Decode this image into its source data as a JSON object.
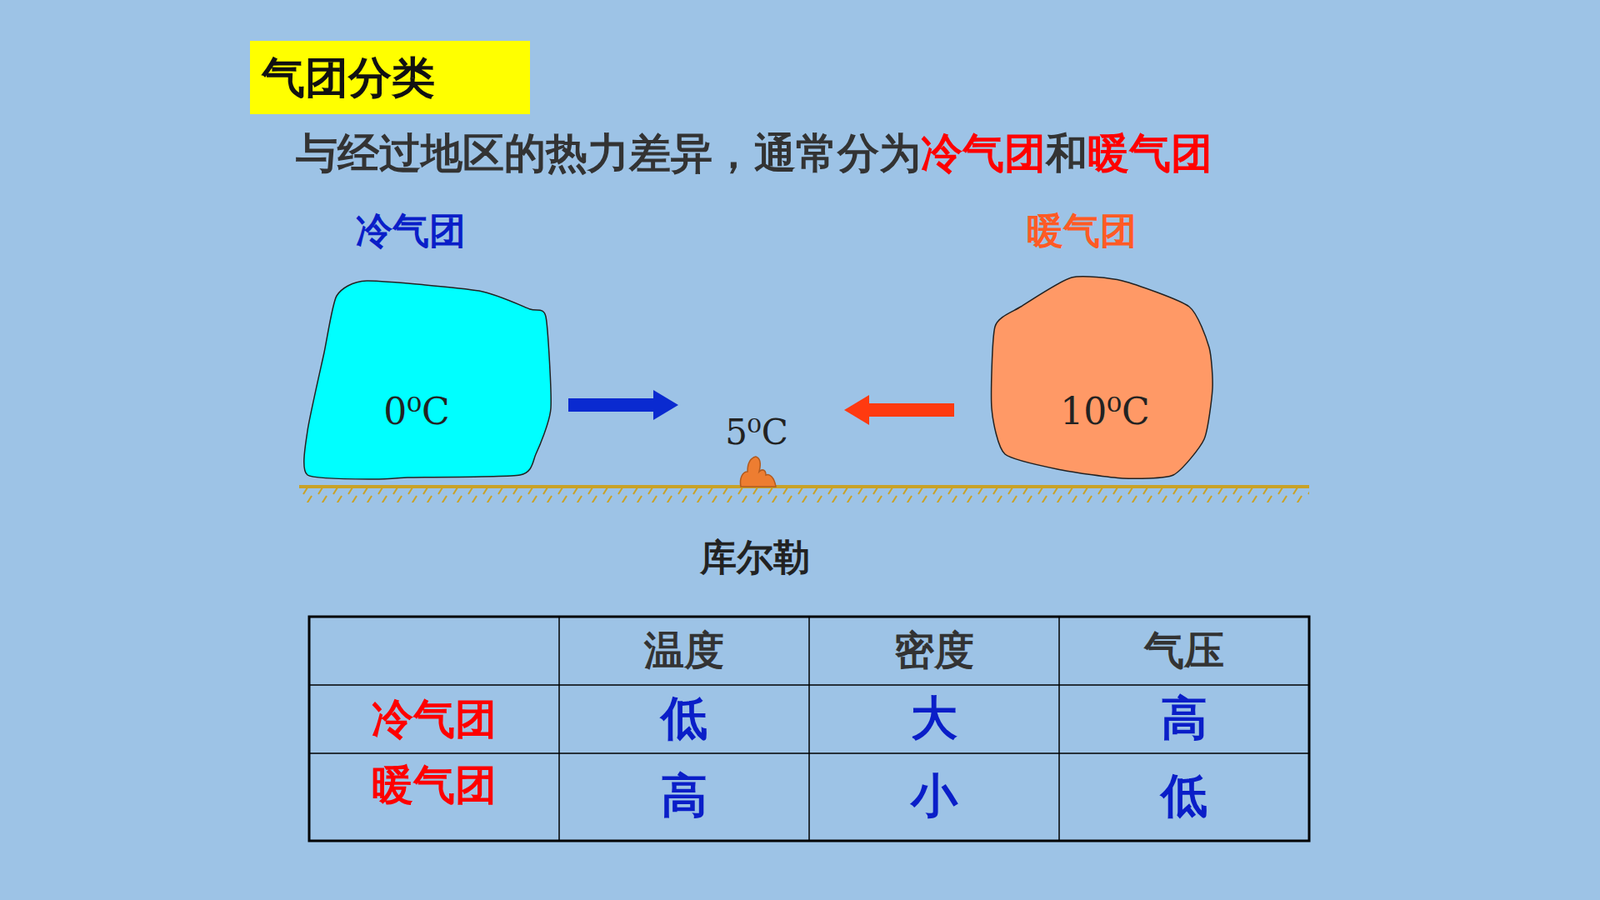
{
  "diagram": {
    "title": "气团分类",
    "nodes": [
      {
        "text": [
          "冷气团",
          "0⁰C"
        ]
      },
      {
        "text": [
          "暖气团",
          "10⁰C"
        ]
      },
      {
        "text": [
          "5⁰C"
        ]
      }
    ],
    "edges": [
      {
        "from": 0,
        "to": 2,
        "arrow": "to"
      },
      {
        "from": 1,
        "to": 2,
        "arrow": "to"
      }
    ],
    "labels": [
      "与经过地区的热力差异，通常分为",
      "冷气团",
      "和",
      "暖气团",
      "库尔勒",
      "温度",
      "密度",
      "气压",
      "冷气团",
      "低",
      "大",
      "高",
      "暖气团",
      "高",
      "小",
      "低"
    ]
  }
}
